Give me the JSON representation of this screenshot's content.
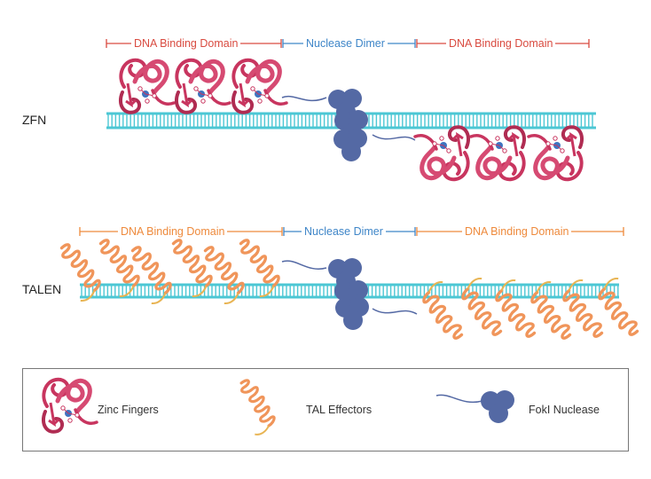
{
  "rows": {
    "zfn": {
      "label": "ZFN"
    },
    "talen": {
      "label": "TALEN"
    }
  },
  "domains": {
    "zfn_left": "DNA Binding Domain",
    "zfn_mid": "Nuclease Dimer",
    "zfn_right": "DNA Binding Domain",
    "talen_left": "DNA Binding Domain",
    "talen_mid": "Nuclease Dimer",
    "talen_right": "DNA Binding Domain"
  },
  "legend": {
    "zinc_fingers": "Zinc Fingers",
    "tal_effectors": "TAL Effectors",
    "fokl_nuclease": "FokI Nuclease"
  },
  "colors": {
    "zinc_finger": "#c8355f",
    "tal_effector": "#f0955a",
    "nuclease": "#5469a4",
    "dna": "#4cc7d4",
    "zfn_domain_text": "#d94b40",
    "nuclease_text": "#3f86c8",
    "talen_domain_text": "#ee8a3c"
  },
  "icons": [
    "zinc-finger-icon",
    "tal-effector-icon",
    "fokl-nuclease-icon",
    "dna-double-helix"
  ]
}
